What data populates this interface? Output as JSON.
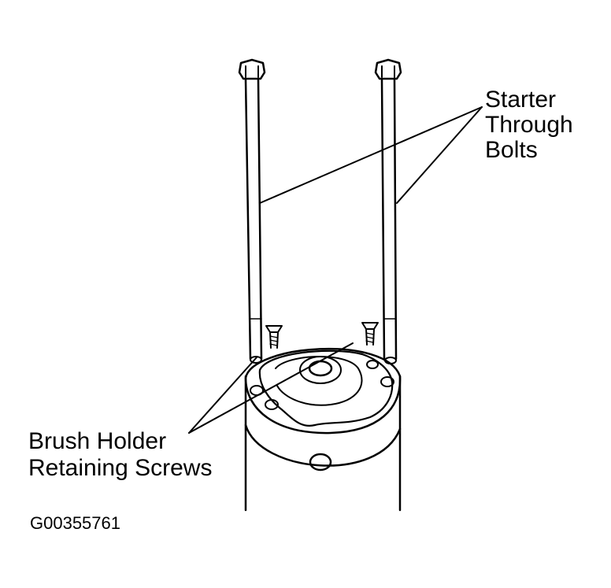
{
  "callouts": {
    "through_bolts": [
      "Starter",
      "Through",
      "Bolts"
    ],
    "brush_holder": [
      "Brush Holder",
      "Retaining Screws"
    ]
  },
  "figure_id": "G00355761",
  "colors": {
    "ink": "#000000",
    "paper": "#ffffff"
  }
}
